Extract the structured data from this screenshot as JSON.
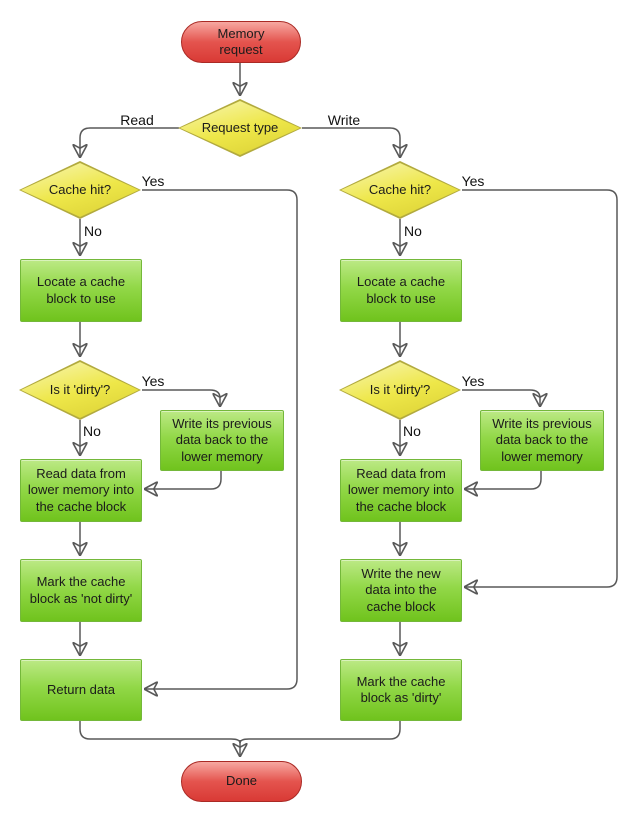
{
  "flowchart": {
    "start": "Memory request",
    "decision_request": "Request type",
    "label_read": "Read",
    "label_write": "Write",
    "read_branch": {
      "cache_hit": "Cache hit?",
      "cache_hit_yes": "Yes",
      "cache_hit_no": "No",
      "locate": "Locate a cache block to use",
      "dirty": "Is it 'dirty'?",
      "dirty_yes": "Yes",
      "dirty_no": "No",
      "write_back": "Write its previous data back to the lower memory",
      "read_lower": "Read data from lower memory into the cache block",
      "mark": "Mark the cache block as 'not dirty'",
      "final_step": "Return data"
    },
    "write_branch": {
      "cache_hit": "Cache hit?",
      "cache_hit_yes": "Yes",
      "cache_hit_no": "No",
      "locate": "Locate a cache block to use",
      "dirty": "Is it 'dirty'?",
      "dirty_yes": "Yes",
      "dirty_no": "No",
      "write_back": "Write its previous data back to the lower memory",
      "read_lower": "Read data from lower memory into the cache block",
      "write_new": "Write the new data into the cache block",
      "mark": "Mark the cache block as 'dirty'"
    },
    "end": "Done",
    "colors": {
      "terminal_fill_top": "#f7a8a1",
      "terminal_fill_bottom": "#d93a35",
      "terminal_border": "#aa2a25",
      "decision_fill_top": "#f8f6b6",
      "decision_fill_bottom": "#d9cf33",
      "decision_border": "#b2aa3e",
      "process_fill_top": "#bce985",
      "process_fill_bottom": "#70c31d",
      "process_border": "#74b83a",
      "connector": "#585858",
      "arrowhead": "#000000"
    }
  }
}
